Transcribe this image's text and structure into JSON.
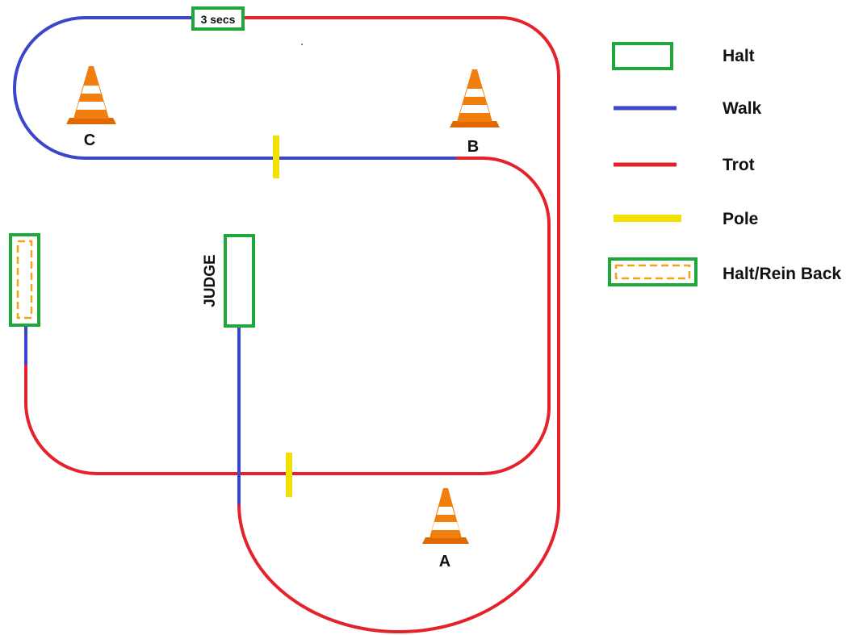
{
  "colors": {
    "halt": "#1fa83a",
    "walk": "#3b46c9",
    "trot": "#e4222b",
    "pole": "#f2e000",
    "rein_back_dash": "#f5a21b",
    "cone_orange": "#f07f0f",
    "cone_white": "#ffffff",
    "cone_base": "#e06a00"
  },
  "course": {
    "halt_timer_label": "3 secs",
    "judge_label": "JUDGE",
    "markers": {
      "c": "C",
      "b": "B",
      "a": "A"
    }
  },
  "legend": {
    "items": [
      {
        "key": "halt",
        "label": "Halt",
        "icon": "green-outline-box"
      },
      {
        "key": "walk",
        "label": "Walk",
        "icon": "blue-line"
      },
      {
        "key": "trot",
        "label": "Trot",
        "icon": "red-line"
      },
      {
        "key": "pole",
        "label": "Pole",
        "icon": "yellow-bar"
      },
      {
        "key": "rein_back",
        "label": "Halt/Rein Back",
        "icon": "green-box-dashed-orange"
      }
    ]
  }
}
